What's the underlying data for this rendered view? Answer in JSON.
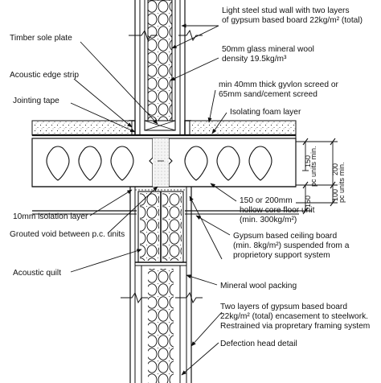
{
  "labels": {
    "stud_wall_1": "Light steel stud wall with two layers",
    "stud_wall_2": "of gypsum based board 22kg/m² (total)",
    "glass_wool_1": "50mm glass mineral wool",
    "glass_wool_2": "density 19.5kg/m³",
    "timber_sole_plate": "Timber sole plate",
    "acoustic_edge_strip": "Acoustic edge strip",
    "screed_1": "min 40mm thick gyvlon screed or",
    "screed_2": "65mm sand/cement screed",
    "jointing_tape": "Jointing tape",
    "isolating_foam": "Isolating foam layer",
    "hollow_core_1": "150 or 200mm",
    "hollow_core_2": "hollow core floor unit",
    "hollow_core_3": "(min. 300kg/m²)",
    "isolation_layer": "10mm isolation layer",
    "grouted_void": "Grouted void between p.c. units",
    "ceiling_board_1": "Gypsum based ceiling board",
    "ceiling_board_2": "(min. 8kg/m²) suspended from a",
    "ceiling_board_3": "proprietory support system",
    "acoustic_quilt": "Acoustic quilt",
    "mineral_wool_packing": "Mineral wool packing",
    "encasement_1": "Two layers of gypsum based board",
    "encasement_2": "22kg/m² (total) encasement to steelwork.",
    "encasement_3": "Restrained via propretary framing system",
    "deflection_head": "Defection head detail"
  },
  "dimensions": {
    "top_150": "150",
    "top_200": "200",
    "pc_units_1": "pc units min.",
    "pc_units_2": "pc units min.",
    "bottom_150": "150",
    "bottom_100": "100"
  }
}
